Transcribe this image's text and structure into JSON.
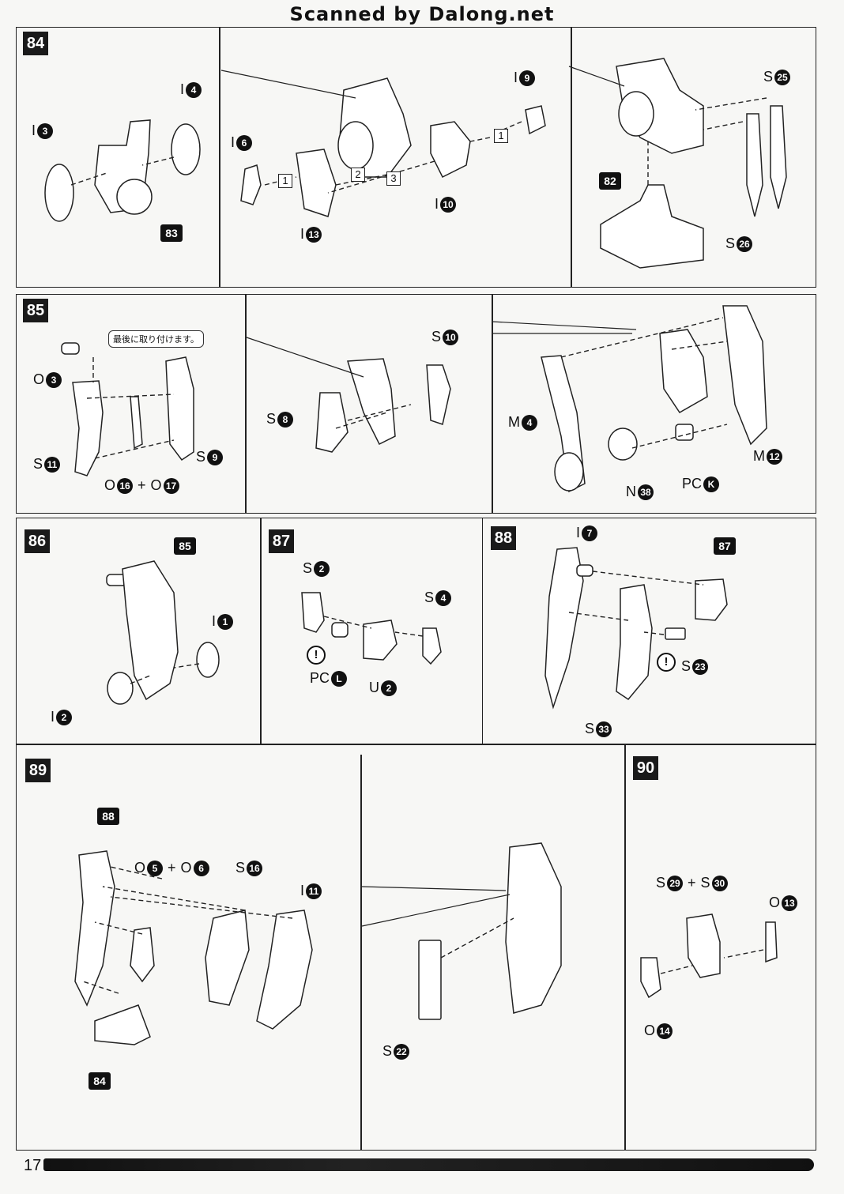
{
  "header": {
    "text": "Scanned by Dalong.net"
  },
  "page_number": "17",
  "steps": {
    "s84": {
      "num": "84",
      "labels": [
        "I",
        "3",
        "I",
        "4",
        "83",
        "I",
        "6",
        "1",
        "2",
        "3",
        "I",
        "13",
        "I",
        "9",
        "1",
        "I",
        "10",
        "82",
        "S",
        "25",
        "S",
        "26"
      ]
    },
    "s85": {
      "num": "85",
      "note": "最後に取り付けます。",
      "labels": [
        "O",
        "3",
        "S",
        "11",
        "O",
        "16",
        "+",
        "O",
        "17",
        "S",
        "9",
        "S",
        "8",
        "S",
        "10",
        "M",
        "4",
        "N",
        "38",
        "PC",
        "K",
        "M",
        "12"
      ]
    },
    "s86": {
      "num": "86",
      "labels": [
        "85",
        "I",
        "1",
        "I",
        "2"
      ]
    },
    "s87": {
      "num": "87",
      "labels": [
        "S",
        "2",
        "S",
        "4",
        "PC",
        "L",
        "U",
        "2"
      ]
    },
    "s88": {
      "num": "88",
      "labels": [
        "I",
        "7",
        "87",
        "S",
        "23",
        "S",
        "33"
      ]
    },
    "s89": {
      "num": "89",
      "labels": [
        "88",
        "O",
        "5",
        "+",
        "O",
        "6",
        "S",
        "16",
        "I",
        "11",
        "84",
        "S",
        "22"
      ]
    },
    "s90": {
      "num": "90",
      "labels": [
        "S",
        "29",
        "+",
        "S",
        "30",
        "O",
        "13",
        "O",
        "14"
      ]
    }
  }
}
